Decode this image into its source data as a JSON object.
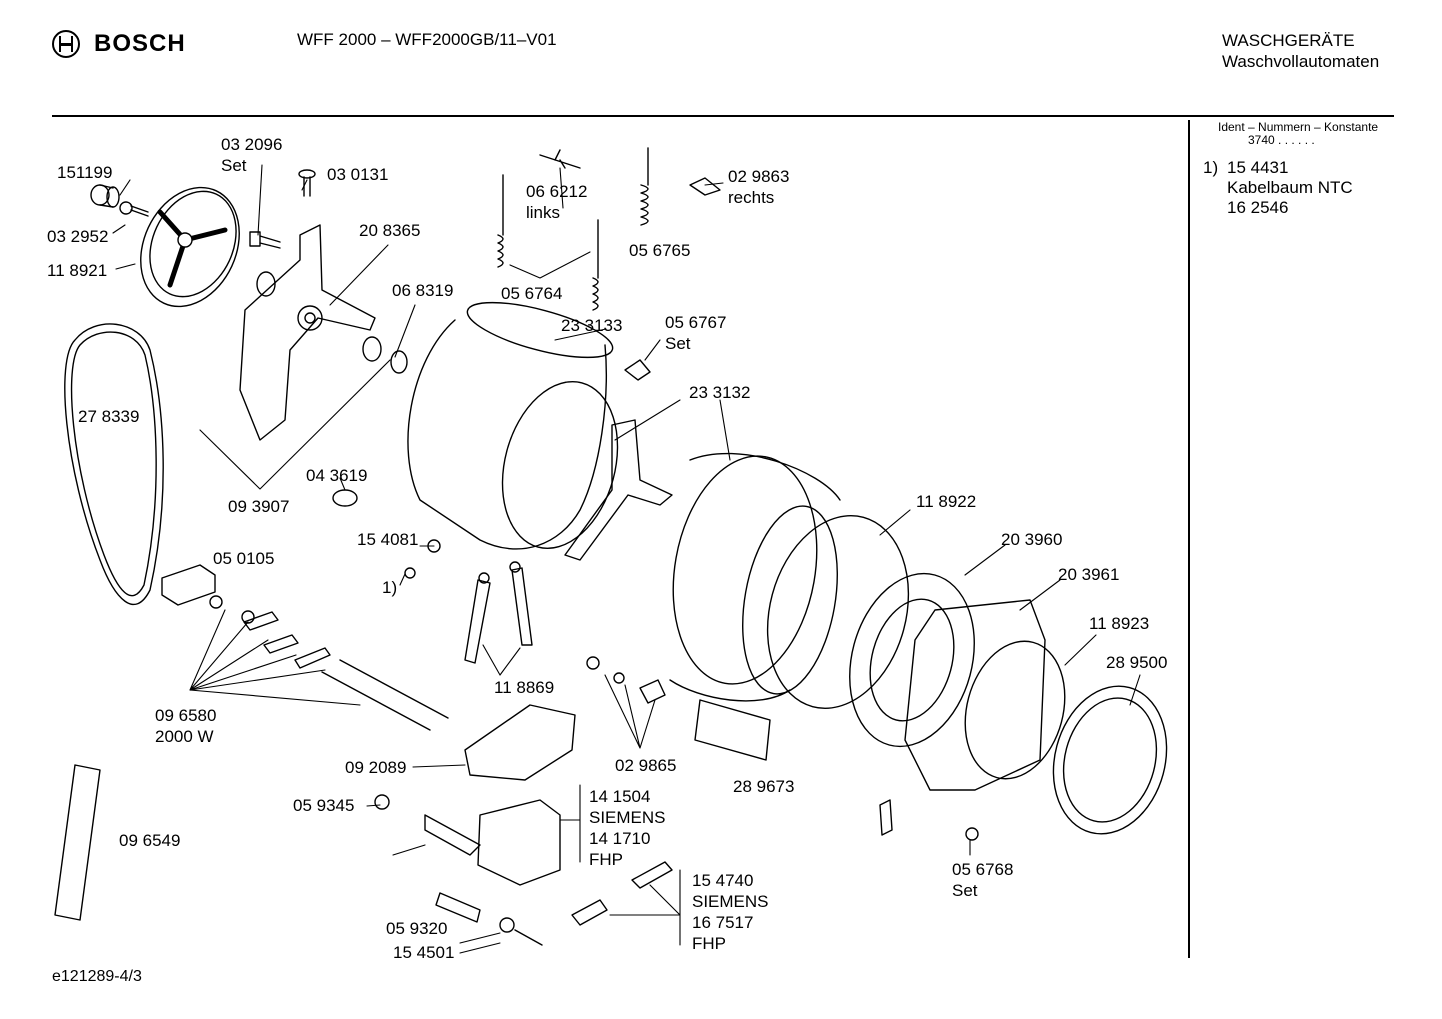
{
  "header": {
    "brand": "BOSCH",
    "model": "WFF 2000 – WFF2000GB/11–V01",
    "category_line1": "WASCHGERÄTE",
    "category_line2": "Waschvollautomaten"
  },
  "sidebar": {
    "ident_title": "Ident – Nummern – Konstante",
    "ident_value": "3740  . .     . . . .",
    "notes": [
      {
        "marker": "1)",
        "part": "15 4431"
      },
      {
        "marker": "",
        "part": "Kabelbaum NTC"
      },
      {
        "marker": "",
        "part": "16 2546"
      }
    ]
  },
  "parts": [
    {
      "lines": [
        "151199"
      ]
    },
    {
      "lines": [
        "03 2096",
        "Set"
      ]
    },
    {
      "lines": [
        "03 0131"
      ]
    },
    {
      "lines": [
        "03 2952"
      ]
    },
    {
      "lines": [
        "11 8921"
      ]
    },
    {
      "lines": [
        "20 8365"
      ]
    },
    {
      "lines": [
        "06 8319"
      ]
    },
    {
      "lines": [
        "06 6212",
        "links"
      ]
    },
    {
      "lines": [
        "05 6764"
      ]
    },
    {
      "lines": [
        "05 6765"
      ]
    },
    {
      "lines": [
        "02 9863",
        "rechts"
      ]
    },
    {
      "lines": [
        "23 3133"
      ]
    },
    {
      "lines": [
        "05 6767",
        "Set"
      ]
    },
    {
      "lines": [
        "27 8339"
      ]
    },
    {
      "lines": [
        "23 3132"
      ]
    },
    {
      "lines": [
        "04 3619"
      ]
    },
    {
      "lines": [
        "09 3907"
      ]
    },
    {
      "lines": [
        "11 8922"
      ]
    },
    {
      "lines": [
        "15 4081"
      ]
    },
    {
      "lines": [
        "1)"
      ]
    },
    {
      "lines": [
        "20 3960"
      ]
    },
    {
      "lines": [
        "05 0105"
      ]
    },
    {
      "lines": [
        "20 3961"
      ]
    },
    {
      "lines": [
        "11 8923"
      ]
    },
    {
      "lines": [
        "28 9500"
      ]
    },
    {
      "lines": [
        "11 8869"
      ]
    },
    {
      "lines": [
        "09 6580",
        "2000 W"
      ]
    },
    {
      "lines": [
        "02 9865"
      ]
    },
    {
      "lines": [
        "28 9673"
      ]
    },
    {
      "lines": [
        "09 2089"
      ]
    },
    {
      "lines": [
        "05 9345"
      ]
    },
    {
      "lines": [
        "14 1504",
        "SIEMENS",
        "14 1710",
        "FHP"
      ]
    },
    {
      "lines": [
        "09 6549"
      ]
    },
    {
      "lines": [
        "15 4740",
        "SIEMENS",
        "16 7517",
        "FHP"
      ]
    },
    {
      "lines": [
        "05 6768",
        "Set"
      ]
    },
    {
      "lines": [
        "05 9320"
      ]
    },
    {
      "lines": [
        "15 4501"
      ]
    }
  ],
  "footer": {
    "drawing_id": "e121289-4/3"
  }
}
